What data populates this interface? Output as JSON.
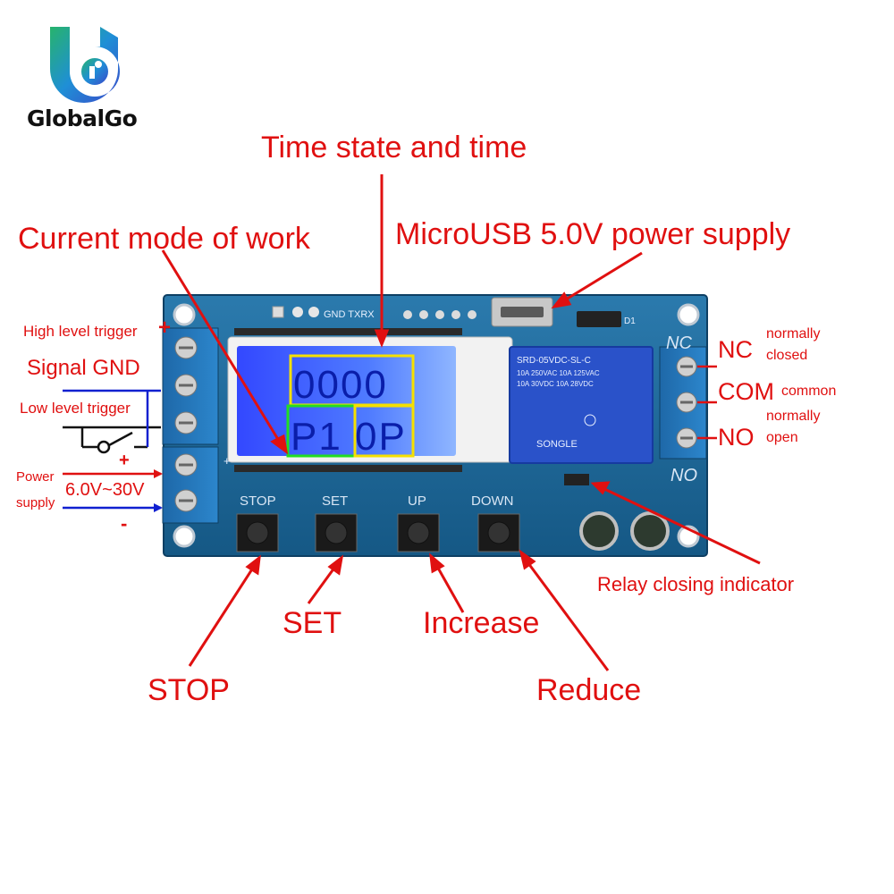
{
  "brand": {
    "name": "GlobalGo"
  },
  "callouts": {
    "time_state": "Time state and time",
    "current_mode": "Current mode of work",
    "microusb": "MicroUSB 5.0V power supply",
    "high_level": "High level trigger",
    "signal_gnd": "Signal GND",
    "low_level": "Low level trigger",
    "power_supply_1": "Power",
    "power_supply_2": "supply",
    "voltage": "6.0V~30V",
    "plus": "+",
    "minus": "-",
    "nc": "NC",
    "nc_desc_1": "normally",
    "nc_desc_2": "closed",
    "com": "COM",
    "com_desc": "common",
    "no": "NO",
    "no_desc_1": "normally",
    "no_desc_2": "open",
    "relay_indicator": "Relay closing indicator",
    "stop": "STOP",
    "set": "SET",
    "increase": "Increase",
    "reduce": "Reduce"
  },
  "board": {
    "header_label": "GND TXRX",
    "d1": "D1",
    "nc_silk": "NC",
    "no_silk": "NO",
    "plus_silk": "+",
    "relay_lines": [
      "SRD-05VDC-SL-C",
      "10A 250VAC  10A 125VAC",
      "10A 30VDC  10A 28VDC"
    ],
    "relay_brand": "SONGLE",
    "buttons": [
      "STOP",
      "SET",
      "UP",
      "DOWN"
    ],
    "lcd_top": "0000",
    "lcd_bottom": "P1 0P"
  },
  "colors": {
    "label_red": "#e01010",
    "pcb_blue": "#1a5f8e",
    "lcd_blue": "#3b5bff",
    "terminal_blue": "#1f6fb0",
    "relay_blue": "#2a52c9"
  }
}
